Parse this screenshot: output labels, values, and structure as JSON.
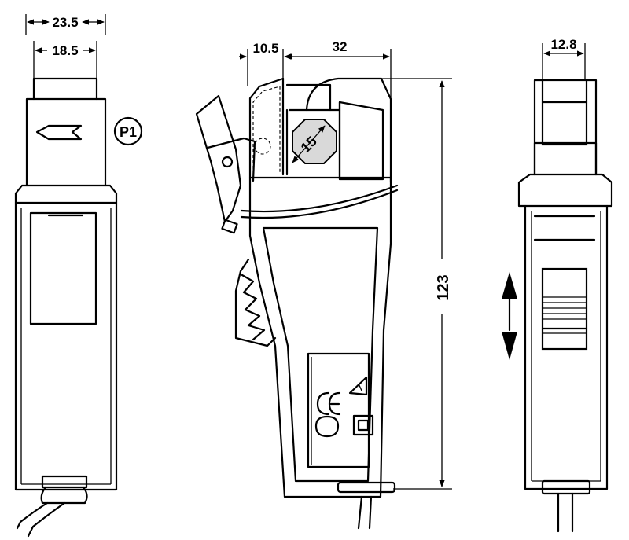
{
  "figure": {
    "views": {
      "left": {
        "dim_top": "23.5",
        "dim_second": "18.5",
        "callout": "P1"
      },
      "middle": {
        "dim_a": "10.5",
        "dim_b": "32",
        "dim_jaw": "15",
        "dim_height": "123"
      },
      "right": {
        "dim_top": "12.8"
      }
    },
    "icons": [
      "ce-mark-icon",
      "warning-triangle-icon",
      "double-insulation-icon",
      "arrow-left-icon",
      "double-arrow-vertical-icon"
    ]
  }
}
